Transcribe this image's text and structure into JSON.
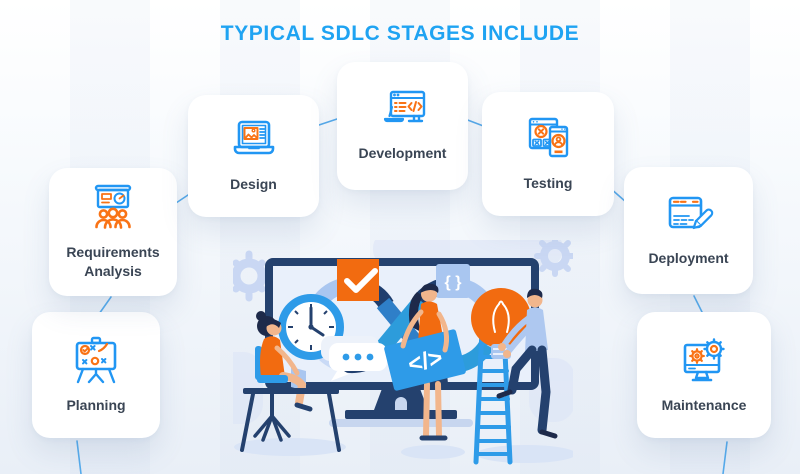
{
  "title": "TYPICAL SDLC STAGES INCLUDE",
  "stages": [
    {
      "label": "Planning",
      "icon": "strategy-easel-icon"
    },
    {
      "label": "Requirements Analysis",
      "icon": "presentation-audience-icon"
    },
    {
      "label": "Design",
      "icon": "laptop-artboard-icon"
    },
    {
      "label": "Development",
      "icon": "code-screen-icon"
    },
    {
      "label": "Testing",
      "icon": "error-windows-icon"
    },
    {
      "label": "Deployment",
      "icon": "browser-pencil-icon"
    },
    {
      "label": "Maintenance",
      "icon": "monitor-gears-icon"
    }
  ],
  "illustration": {
    "braces_badge": "{ }",
    "code_board": "</>"
  },
  "colors": {
    "title_blue": "#1fa3f2",
    "icon_blue": "#2196f3",
    "icon_orange": "#f97316",
    "connector_blue": "#55abec",
    "navy": "#24416e",
    "loop_bright_blue": "#2d9cdb",
    "loop_periwinkle": "#a9c6f0",
    "card_text": "#3a4554"
  }
}
